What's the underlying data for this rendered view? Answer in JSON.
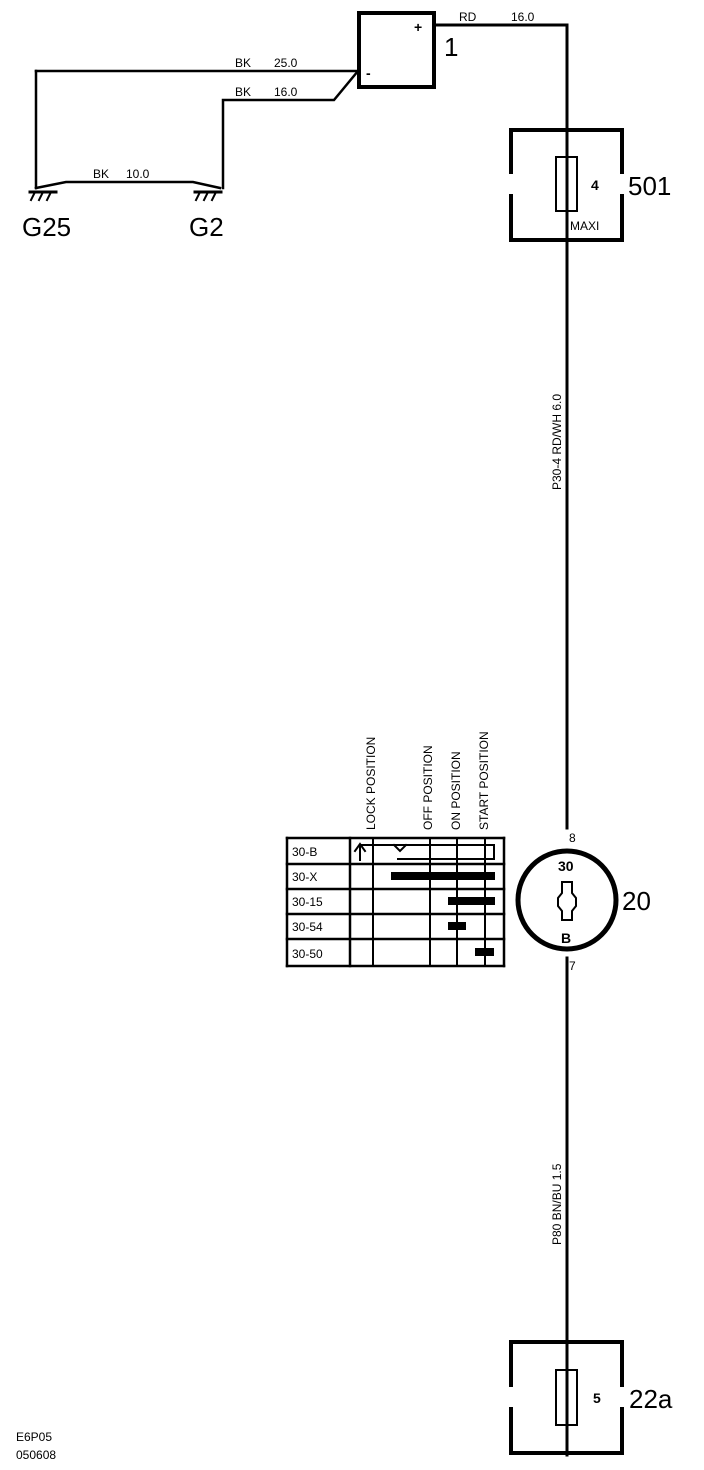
{
  "components": {
    "battery": {
      "ref": "1",
      "plus": "+",
      "minus": "-"
    },
    "maxi_fuse": {
      "ref": "501",
      "pin": "4",
      "type": "MAXI"
    },
    "ignition_switch": {
      "ref": "20",
      "top_pin": "8",
      "bottom_pin": "7",
      "upper_label": "30",
      "lower_label": "B"
    },
    "fuse_22a": {
      "ref": "22a",
      "pin": "5"
    },
    "ground_g25": {
      "ref": "G25"
    },
    "ground_g2": {
      "ref": "G2"
    }
  },
  "wires": {
    "bat_plus": {
      "color": "RD",
      "size": "16.0"
    },
    "bat_g25": {
      "color": "BK",
      "size": "25.0"
    },
    "bat_g2": {
      "color": "BK",
      "size": "16.0"
    },
    "g25_g2": {
      "color": "BK",
      "size": "10.0"
    },
    "fuse_switch": {
      "label": "P30-4   RD/WH   6.0"
    },
    "switch_22a": {
      "label": "P80   BN/BU   1.5"
    }
  },
  "switch_table": {
    "positions": [
      "LOCK POSITION",
      "OFF POSITION",
      "ON POSITION",
      "START POSITION"
    ],
    "rows": [
      "30-B",
      "30-X",
      "30-15",
      "30-54",
      "30-50"
    ]
  },
  "footer": {
    "code": "E6P05",
    "date": "050608"
  }
}
